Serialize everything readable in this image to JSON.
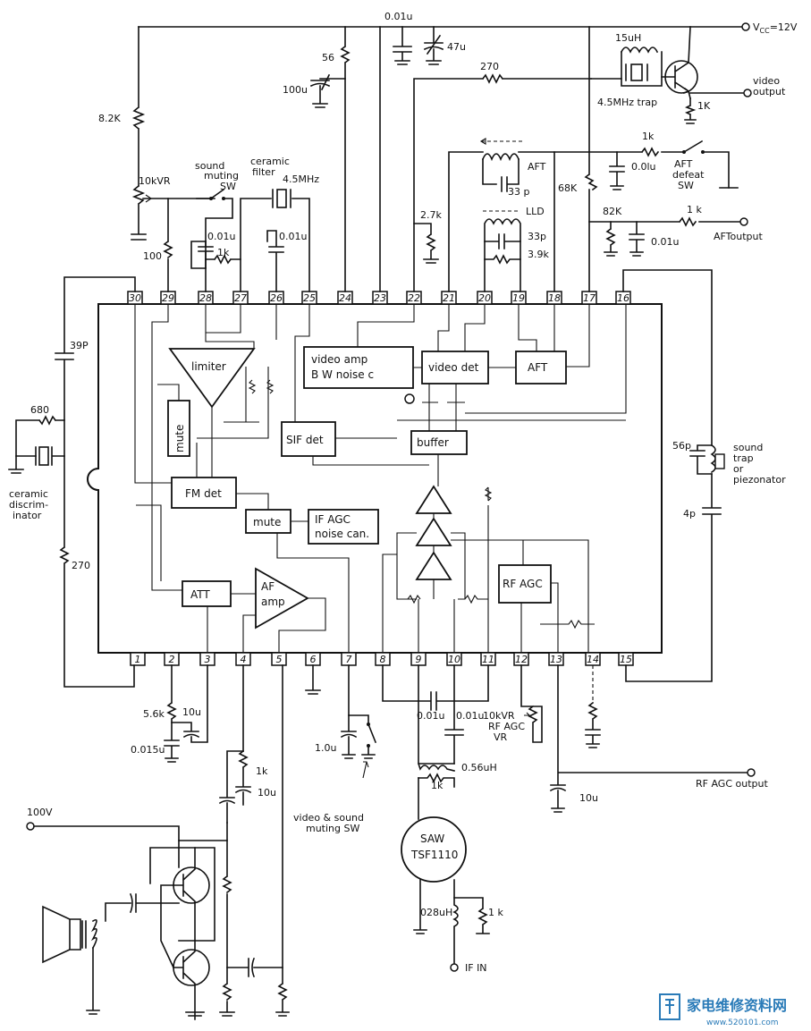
{
  "supply": {
    "vcc": "V",
    "vcc_sub": "CC",
    "vcc_val": "=12V",
    "hv": "100V"
  },
  "ic_blocks": {
    "limiter": "limiter",
    "mute_v": "mute",
    "fm_det": "FM det",
    "sif_det": "SIF det",
    "mute2": "mute",
    "ifagc_1": "IF AGC",
    "ifagc_2": "noise can.",
    "att": "ATT",
    "af_amp_1": "AF",
    "af_amp_2": "amp",
    "video_amp_1": "video amp",
    "video_amp_2": "B W noise c",
    "video_det": "video det",
    "aft": "AFT",
    "buffer": "buffer",
    "rf_agc": "RF AGC"
  },
  "pins_top": [
    "30",
    "29",
    "28",
    "27",
    "26",
    "25",
    "24",
    "23",
    "22",
    "21",
    "20",
    "19",
    "18",
    "17",
    "16"
  ],
  "pins_bottom": [
    "1",
    "2",
    "3",
    "4",
    "5",
    "6",
    "7",
    "8",
    "9",
    "10",
    "11",
    "12",
    "13",
    "14",
    "15"
  ],
  "components": {
    "c_001_top": "0.01u",
    "c_47u": "47u",
    "r_56": "56",
    "c_100u": "100u",
    "r_82k": "8.2K",
    "vr_10k": "10kVR",
    "r_100": "100",
    "r_270_top": "270",
    "l_15uh": "15uH",
    "trap_45": "4.5MHz trap",
    "r_1k_emit": "1K",
    "c_001_27": "0.01u",
    "r_1k_27": "1k",
    "c_001_26": "0.01u",
    "r_27k": "2.7k",
    "c_33p_a": "33 p",
    "r_68k": "68K",
    "r_1k_aft": "1k",
    "c_001_aft": "0.0lu",
    "c_33p_b": "33p",
    "r_39k": "3.9k",
    "r_82k_b": "82K",
    "r_1k_af": "1 k",
    "c_001_af": "0.01u",
    "c_39p": "39P",
    "r_680": "680",
    "r_270_left": "270",
    "c_56p": "56p",
    "c_4p": "4p",
    "r_56k": "5.6k",
    "c_10u_a": "10u",
    "c_0015": "0.015u",
    "r_1k_4": "1k",
    "c_10u_4": "10u",
    "c_10u_7": "1.0u",
    "c_001_10": "0.01u",
    "c_001_11": "0.01u",
    "vr_10k_rf": "10kVR",
    "vr_rfagc_1": "RF AGC",
    "vr_rfagc_2": "VR",
    "l_056": "0.56uH",
    "r_1k_saw": "1k",
    "saw_1": "SAW",
    "saw_2": "TSF1110",
    "l_028": "028uH",
    "r_1k_in": "1 k",
    "c_10u_13": "10u"
  },
  "labels": {
    "ceramic_filter_1": "ceramic",
    "ceramic_filter_2": "filter",
    "ceramic_filter_3": "4.5MHz",
    "sound_mute_1": "sound",
    "sound_mute_2": "muting",
    "sound_mute_3": "SW",
    "video_out_1": "video",
    "video_out_2": "output",
    "aft_coil": "AFT",
    "lld": "LLD",
    "aft_defeat_1": "AFT",
    "aft_defeat_2": "defeat",
    "aft_defeat_3": "SW",
    "af_t_out": "AFToutput",
    "disc_1": "ceramic",
    "disc_2": "discrim-",
    "disc_3": "inator",
    "sound_trap_1": "sound",
    "sound_trap_2": "trap",
    "sound_trap_3": "or",
    "sound_trap_4": "piezonator",
    "vs_mute_1": "video & sound",
    "vs_mute_2": "muting SW",
    "rf_agc_out": "RF AGC output",
    "if_in": "IF IN",
    "circle_o": "O"
  },
  "watermark": {
    "text": "家电维修资料网",
    "url": "www.520101.com"
  }
}
